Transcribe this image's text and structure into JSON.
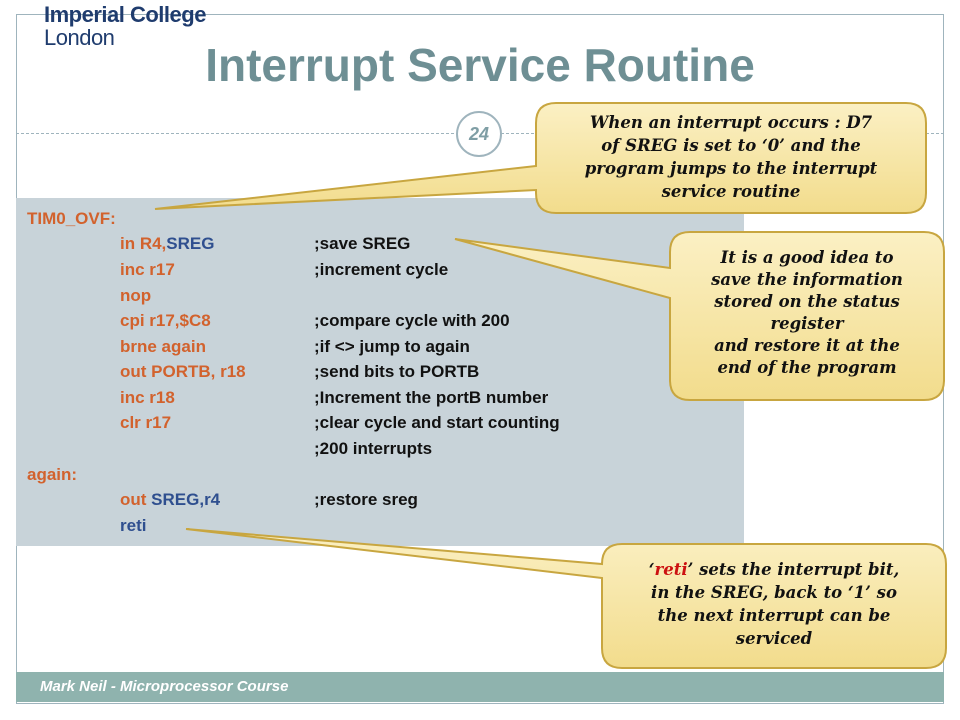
{
  "logo": {
    "line1": "Imperial College",
    "line2": "London"
  },
  "title": "Interrupt Service Routine",
  "page_number": "24",
  "code": {
    "label_tim0": "TIM0_OVF:",
    "lines": [
      {
        "instr": "in R4,",
        "instr_b": "SREG",
        "comment": ";save ",
        "comment_b": "SREG"
      },
      {
        "instr": "inc r17",
        "comment": ";increment cycle"
      },
      {
        "instr": "nop"
      },
      {
        "instr": "cpi r17,$C8",
        "comment": ";compare cycle with 200"
      },
      {
        "instr": "brne again",
        "comment": ";if <> jump to again"
      },
      {
        "instr": "out PORTB, r18",
        "comment": ";send bits to PORTB"
      },
      {
        "instr": "inc r18",
        "comment": ";Increment the portB number"
      },
      {
        "instr": "clr r17",
        "comment": ";clear cycle and start counting"
      },
      {
        "comment": ";200 interrupts"
      }
    ],
    "label_again": "again:",
    "again_lines": [
      {
        "instr_a": "out ",
        "instr_b": "SREG",
        "instr_c": ",r4",
        "comment": ";restore sreg"
      },
      {
        "instr": "reti"
      }
    ]
  },
  "callouts": {
    "interrupt_occurs": {
      "l1": "When an interrupt occurs : D7",
      "l2": "of SREG is set to ‘0’ and the",
      "l3": "program jumps to the interrupt",
      "l4": "service routine"
    },
    "save_info": {
      "l1": "It is a good idea to",
      "l2": "save the information",
      "l3": "stored on the status",
      "l4": "register",
      "l5": "and restore it at the",
      "l6": "end of the program"
    },
    "reti": {
      "q_open": "‘",
      "red_word": "reti",
      "l1_rest": "’ sets the interrupt bit,",
      "l2": "in the SREG,  back to ‘1’ so",
      "l3": "the next interrupt can be",
      "l4": "serviced"
    }
  },
  "footer": "Mark Neil - Microprocessor Course",
  "colors": {
    "title": "#6e8f94",
    "code_background": "#c8d3d9",
    "instruction_orange": "#d2622d",
    "register_blue": "#2f4f8f",
    "callout_fill": "#f6e6a6",
    "callout_border": "#c8a640",
    "footer_bar": "#8fb3ae"
  }
}
